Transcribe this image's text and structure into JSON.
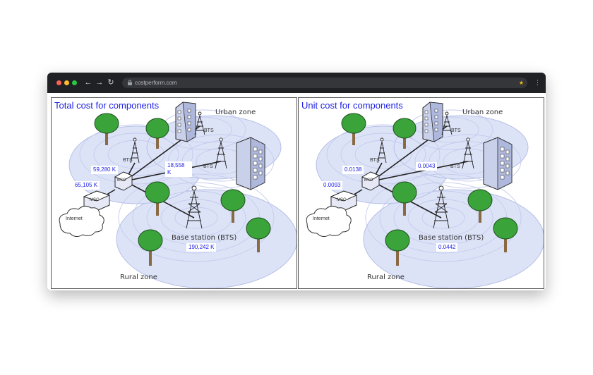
{
  "browser": {
    "url": "costperform.com",
    "back_icon": "arrow-left-icon",
    "forward_icon": "arrow-right-icon",
    "reload_icon": "reload-icon",
    "lock_icon": "lock-icon",
    "star_icon": "star-icon",
    "menu_icon": "kebab-menu-icon",
    "controls": {
      "close": "#ff5f57",
      "minimize": "#febc2e",
      "maximize": "#28c840"
    }
  },
  "left_panel": {
    "title": "Total cost for components",
    "urban_zone": "Urban zone",
    "rural_zone": "Rural zone",
    "internet": "Internet",
    "base_station": "Base station (BTS)",
    "bts_top": "BTS",
    "bts_left": "BTS",
    "bts_right": "BTS",
    "msc_left": "MSC",
    "msc_right": "BSC",
    "values": {
      "bts_left_link": "59,280 K",
      "bts_right_link": "18,558 K",
      "msc_link": "65,105 K",
      "base_station": "190,242 K"
    }
  },
  "right_panel": {
    "title": "Unit cost for components",
    "urban_zone": "Urban zone",
    "rural_zone": "Rural zone",
    "internet": "Internet",
    "base_station": "Base station (BTS)",
    "bts_top": "BTS",
    "bts_left": "BTS",
    "bts_right": "BTS",
    "msc_left": "MSC",
    "msc_right": "BSC",
    "values": {
      "bts_left_link": "0.0138",
      "bts_right_link": "0.0043",
      "msc_link": "0.0093",
      "base_station": "0.0442"
    }
  }
}
